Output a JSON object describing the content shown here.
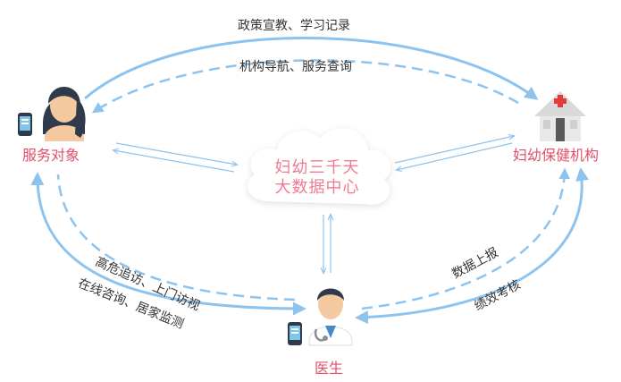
{
  "colors": {
    "arrow": "#8cc3ef",
    "label_text": "#333333",
    "node_text": "#e0506a",
    "cloud_text": "#f07a92"
  },
  "center": {
    "line1": "妇幼三千天",
    "line2": "大数据中心"
  },
  "nodes": {
    "patient": "服务对象",
    "institution": "妇幼保健机构",
    "doctor": "医生"
  },
  "edges": {
    "top_outer": "政策宣教、学习记录",
    "top_inner": "机构导航、服务查询",
    "left_inner": "高危追访、上门访视",
    "left_outer": "在线咨询、居家监测",
    "right_inner": "数据上报",
    "right_outer": "绩效考核"
  },
  "icons": {
    "patient": "woman-avatar-icon",
    "patient_device": "smartphone-icon",
    "institution": "hospital-icon",
    "doctor": "doctor-avatar-icon",
    "doctor_device": "smartphone-icon",
    "center": "cloud-icon"
  }
}
